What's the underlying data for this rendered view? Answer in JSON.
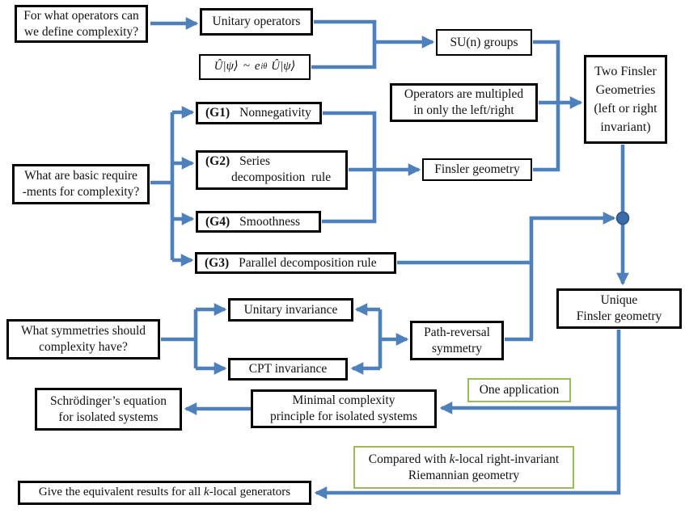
{
  "colors": {
    "background": "#FFFFFF",
    "box_border": "#000000",
    "connector_blue": "#4E80BC",
    "connector_dot": "#3C6CA8",
    "highlight_green": "#9BBB59",
    "text": "#111111"
  },
  "nodes": {
    "q_operators": {
      "text": "For what operators can\nwe define complexity?"
    },
    "unitary_operators": {
      "text": "Unitary operators"
    },
    "formula": {
      "u1": "Û|ψ⟩",
      "tilde": "~",
      "e_base": "e",
      "e_sup": "iθ",
      "u2": "Û|ψ⟩"
    },
    "su_n_groups": {
      "text": "SU(n) groups"
    },
    "operators_multiplied": {
      "text": "Operators are multipled\nin only the left/right"
    },
    "two_finsler": {
      "text": "Two Finsler\nGeometries\n(left or right\ninvariant)"
    },
    "g1": {
      "tag": "(G1)",
      "label": "Nonnegativity"
    },
    "g2": {
      "tag": "(G2)",
      "line1": "Series",
      "line2": "decomposition  rule"
    },
    "q_basic": {
      "text": "What are basic require\n-ments for complexity?"
    },
    "g4": {
      "tag": "(G4)",
      "label": "Smoothness"
    },
    "finsler_geometry": {
      "text": "Finsler geometry"
    },
    "g3": {
      "tag": "(G3)",
      "label": "Parallel decomposition rule"
    },
    "unitary_invariance": {
      "text": "Unitary invariance"
    },
    "q_symmetries": {
      "text": "What symmetries should\ncomplexity have?"
    },
    "path_reversal": {
      "text": "Path-reversal\nsymmetry"
    },
    "cpt_invariance": {
      "text": "CPT invariance"
    },
    "unique_finsler": {
      "text": "Unique\nFinsler geometry"
    },
    "one_application": {
      "text": "One application"
    },
    "schrodinger": {
      "text": "Schrödinger’s equation\nfor isolated systems"
    },
    "minimal_complexity": {
      "text": "Minimal complexity\nprinciple for isolated systems"
    },
    "compared": {
      "pre": "Compared with ",
      "k": "k",
      "post": "-local right-invariant\nRiemannian geometry"
    },
    "give_equivalent": {
      "pre": "Give the equivalent results for all ",
      "k": "k",
      "post": "-local generators"
    }
  }
}
